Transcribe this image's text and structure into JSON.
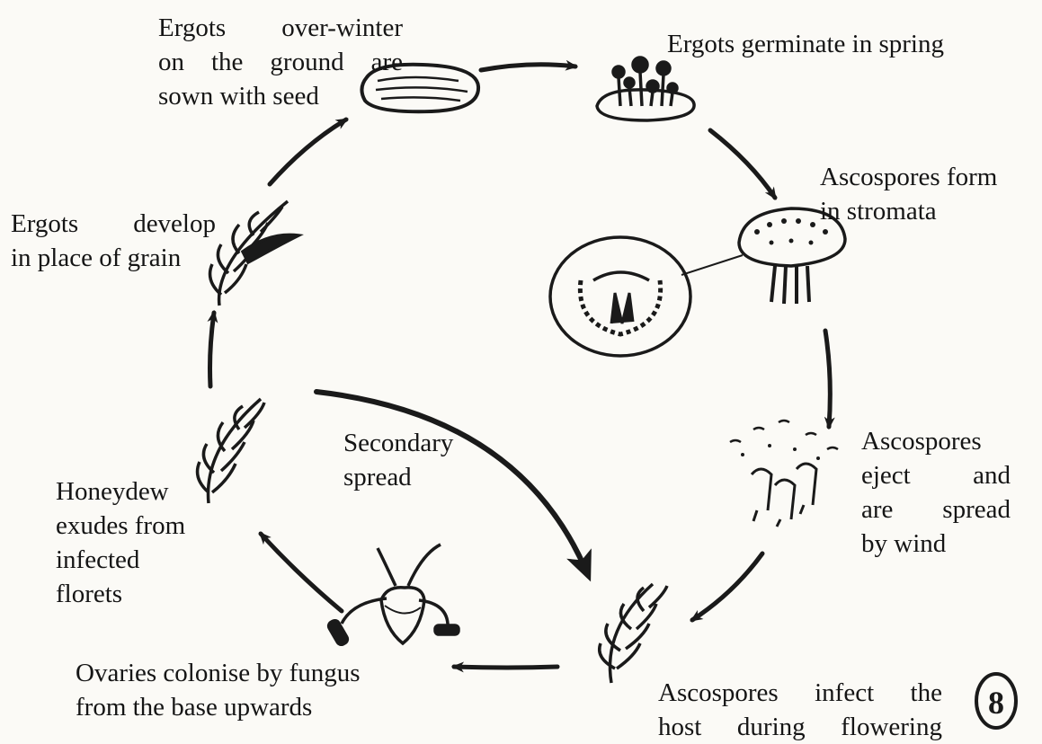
{
  "stages": {
    "overwinter": [
      "Ergots over-winter",
      "on the ground are",
      "sown with seed"
    ],
    "germinate": [
      "Ergots germinate in spring"
    ],
    "ascospores_form": [
      "Ascospores form",
      "in stromata"
    ],
    "eject": [
      "Ascospores",
      "eject and",
      "are spread",
      "by wind"
    ],
    "infect": [
      "Ascospores infect the",
      "host during flowering"
    ],
    "colonise": [
      "Ovaries colonise by fungus",
      "from the base upwards"
    ],
    "honeydew": [
      "Honeydew",
      "exudes from",
      "infected",
      "florets"
    ],
    "develop": [
      "Ergots develop",
      "in place of grain"
    ],
    "secondary": [
      "Secondary",
      "spread"
    ]
  },
  "ink_color": "#1a1a1a",
  "page_number_symbol": "8"
}
